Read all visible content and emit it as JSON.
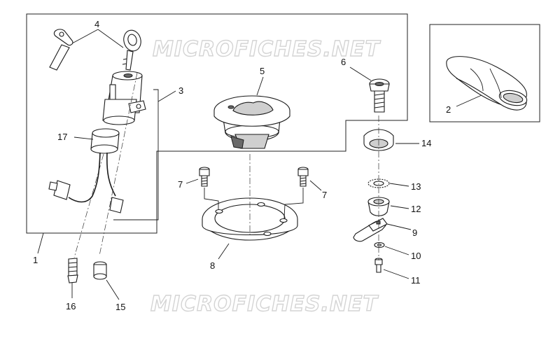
{
  "watermarks": [
    "MICROFICHES.NET",
    "MICROFICHES.NET"
  ],
  "callouts": {
    "p1": "1",
    "p2": "2",
    "p3": "3",
    "p4": "4",
    "p5": "5",
    "p6": "6",
    "p7a": "7",
    "p7b": "7",
    "p8": "8",
    "p9": "9",
    "p10": "10",
    "p11": "11",
    "p12": "12",
    "p13": "13",
    "p14": "14",
    "p15": "15",
    "p16": "16",
    "p17": "17"
  }
}
